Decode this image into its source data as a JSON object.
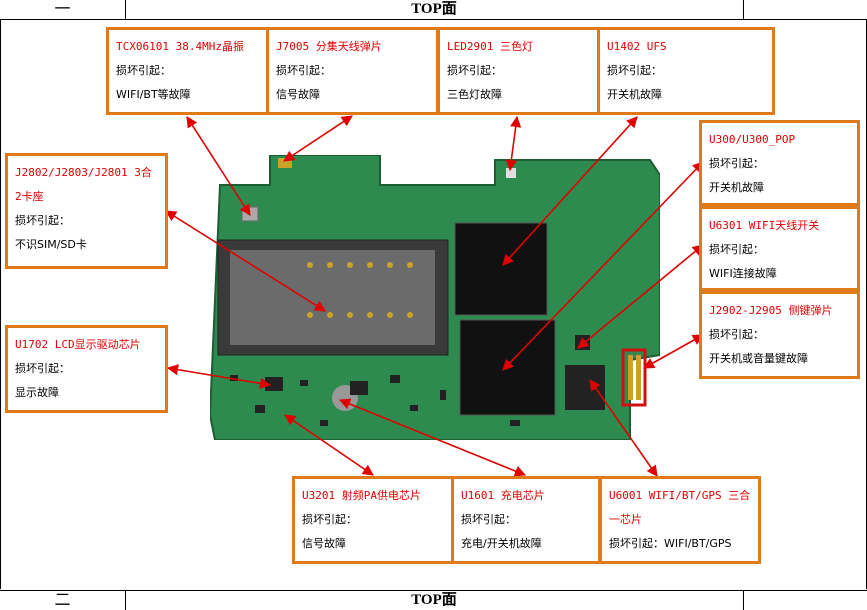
{
  "header": {
    "index": "一",
    "title": "TOP面"
  },
  "footer": {
    "index": "二",
    "title": "TOP面"
  },
  "cause_label": "损坏引起：",
  "components": [
    {
      "id": "tcxo",
      "name": "TCX06101 38.4MHz晶振",
      "fault": "WIFI/BT等故障"
    },
    {
      "id": "j7005",
      "name": "J7005 分集天线弹片",
      "fault": "信号故障"
    },
    {
      "id": "led2901",
      "name": "LED2901  三色灯",
      "fault": "三色灯故障"
    },
    {
      "id": "u1402",
      "name": "U1402  UFS",
      "fault": "开关机故障"
    },
    {
      "id": "u300",
      "name": "U300/U300_POP",
      "fault": "开关机故障"
    },
    {
      "id": "j2802",
      "name": "J2802/J2803/J2801 3合2卡座",
      "fault": "不识SIM/SD卡"
    },
    {
      "id": "u6301",
      "name": "U6301  WIFI天线开关",
      "fault": "WIFI连接故障"
    },
    {
      "id": "j2902",
      "name": "J2902-J2905 侧键弹片",
      "fault": "开关机或音量键故障"
    },
    {
      "id": "u1702",
      "name": "U1702 LCD显示驱动芯片",
      "fault": "显示故障"
    },
    {
      "id": "u3201",
      "name": "U3201  射频PA供电芯片",
      "fault": "信号故障"
    },
    {
      "id": "u1601",
      "name": "U1601 充电芯片",
      "fault": "充电/开关机故障"
    },
    {
      "id": "u6001",
      "name": "U6001 WIFI/BT/GPS 三合一芯片",
      "fault": "WIFI/BT/GPS"
    }
  ],
  "colors": {
    "box_border": "#e07a18",
    "label_red": "#e00000",
    "pcb": "#2e8b4f",
    "arrow": "#e00000"
  }
}
